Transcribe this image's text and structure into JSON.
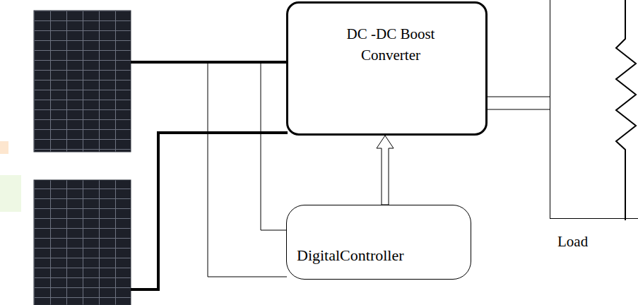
{
  "diagram": {
    "nodes": [
      {
        "text": [
          "DC -DC Boost Converter"
        ]
      },
      {
        "text": [
          "DigitalController"
        ]
      },
      {
        "text": [
          "Load"
        ]
      }
    ],
    "edges": [
      {
        "from": 0,
        "to": 2,
        "arrow": "none"
      },
      {
        "from": 0,
        "to": 2,
        "arrow": "none"
      },
      {
        "from": 1,
        "to": 0,
        "arrow": "to"
      }
    ]
  }
}
